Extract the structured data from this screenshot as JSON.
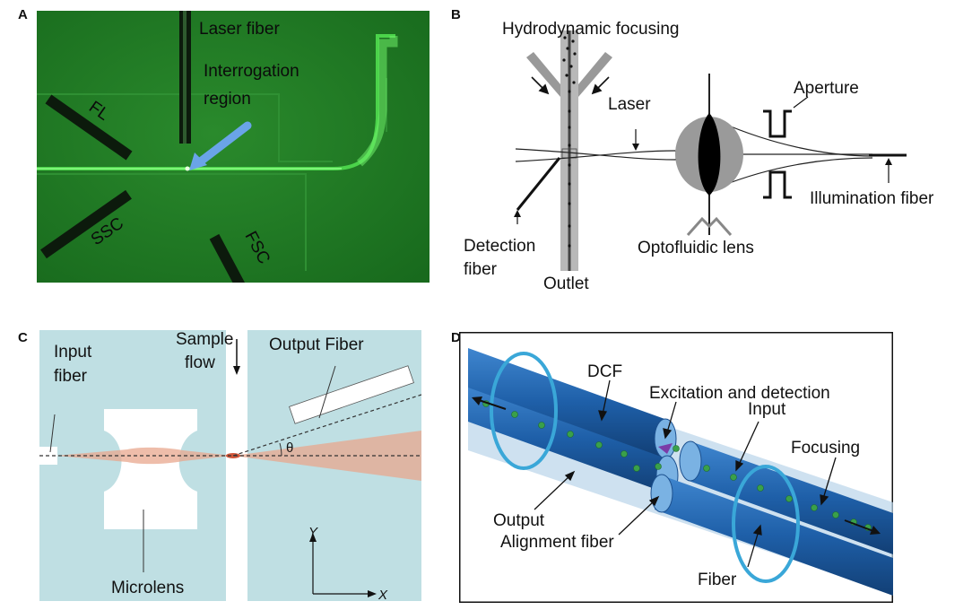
{
  "panels": {
    "a": {
      "letter": "A",
      "labels": {
        "laser_fiber": "Laser fiber",
        "interrogation_1": "Interrogation",
        "interrogation_2": "region",
        "fl": "FL",
        "ssc": "SSC",
        "fsc": "FSC"
      },
      "colors": {
        "background": "#1f7a24",
        "channel": "#5fe85a",
        "fiber": "#0c1a0c",
        "arrow": "#6aa4e8"
      }
    },
    "b": {
      "letter": "B",
      "labels": {
        "hydrodynamic": "Hydrodynamic focusing",
        "laser": "Laser",
        "aperture": "Aperture",
        "illumination": "Illumination fiber",
        "detection_1": "Detection",
        "detection_2": "fiber",
        "outlet": "Outlet",
        "optofluidic": "Optofluidic lens"
      }
    },
    "c": {
      "letter": "C",
      "labels": {
        "input_1": "Input",
        "input_2": "fiber",
        "sample_1": "Sample",
        "sample_2": "flow",
        "output": "Output Fiber",
        "theta": "θ",
        "microlens": "Microlens",
        "axis_y": "Y",
        "axis_x": "X"
      },
      "colors": {
        "background": "#bfdfe3",
        "beam": "#e8a78e"
      }
    },
    "d": {
      "letter": "D",
      "labels": {
        "dcf": "DCF",
        "excitation": "Excitation and detection",
        "input": "Input",
        "focusing": "Focusing",
        "output": "Output",
        "alignment": "Alignment fiber",
        "fiber": "Fiber"
      },
      "colors": {
        "fiber": "#1e5fa8",
        "capillary": "#b9d4ea",
        "particle": "#3aa04a"
      }
    }
  }
}
